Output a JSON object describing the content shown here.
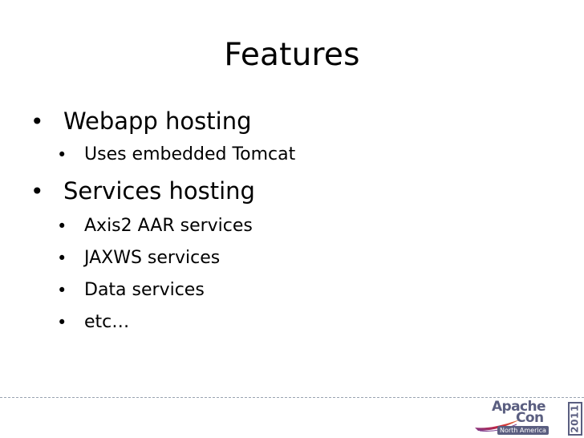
{
  "slide": {
    "title": "Features",
    "bullets": [
      {
        "level": 1,
        "text": "Webapp hosting"
      },
      {
        "level": 2,
        "text": "Uses embedded Tomcat"
      },
      {
        "level": 1,
        "text": "Services hosting"
      },
      {
        "level": 2,
        "text": "Axis2 AAR services"
      },
      {
        "level": 2,
        "text": "JAXWS services"
      },
      {
        "level": 2,
        "text": "Data services"
      },
      {
        "level": 2,
        "text": "etc…"
      }
    ],
    "bullet_glyph": "•"
  },
  "logo": {
    "line1": "Apache",
    "line2": "Con",
    "subtitle": "North America",
    "year": "2011",
    "feather_icon": "feather-icon",
    "colors": {
      "text": "#5a5e80",
      "feather_red": "#c8203a",
      "feather_purple": "#7a3b8f"
    }
  }
}
